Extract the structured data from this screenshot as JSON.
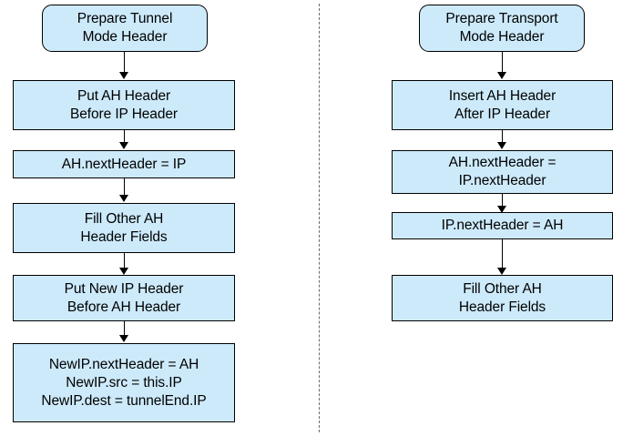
{
  "diagram": {
    "type": "flowchart",
    "background_color": "#ffffff",
    "node_fill_color": "#cdeafb",
    "node_border_color": "#000000",
    "connector_color": "#000000",
    "divider_color": "#6b6b6b",
    "divider_style": "dashed-vertical",
    "columns": [
      {
        "id": "tunnel-mode",
        "nodes": [
          {
            "id": "tunnel-start",
            "shape": "rounded-rectangle",
            "lines": [
              "Prepare Tunnel",
              "Mode Header"
            ]
          },
          {
            "id": "tunnel-step-1",
            "shape": "rectangle",
            "lines": [
              "Put AH Header",
              "Before IP Header"
            ]
          },
          {
            "id": "tunnel-step-2",
            "shape": "rectangle",
            "lines": [
              "AH.nextHeader = IP"
            ]
          },
          {
            "id": "tunnel-step-3",
            "shape": "rectangle",
            "lines": [
              "Fill Other AH",
              "Header Fields"
            ]
          },
          {
            "id": "tunnel-step-4",
            "shape": "rectangle",
            "lines": [
              "Put New IP Header",
              "Before AH Header"
            ]
          },
          {
            "id": "tunnel-step-5",
            "shape": "rectangle",
            "lines": [
              "NewIP.nextHeader = AH",
              "NewIP.src = this.IP",
              "NewIP.dest = tunnelEnd.IP"
            ]
          }
        ]
      },
      {
        "id": "transport-mode",
        "nodes": [
          {
            "id": "transport-start",
            "shape": "rounded-rectangle",
            "lines": [
              "Prepare Transport",
              "Mode Header"
            ]
          },
          {
            "id": "transport-step-1",
            "shape": "rectangle",
            "lines": [
              "Insert AH Header",
              "After IP Header"
            ]
          },
          {
            "id": "transport-step-2",
            "shape": "rectangle",
            "lines": [
              "AH.nextHeader =",
              "IP.nextHeader"
            ]
          },
          {
            "id": "transport-step-3",
            "shape": "rectangle",
            "lines": [
              "IP.nextHeader = AH"
            ]
          },
          {
            "id": "transport-step-4",
            "shape": "rectangle",
            "lines": [
              "Fill Other AH",
              "Header Fields"
            ]
          }
        ]
      }
    ]
  },
  "left": {
    "n0_l0": "Prepare Tunnel",
    "n0_l1": "Mode Header",
    "n1_l0": "Put AH Header",
    "n1_l1": "Before IP Header",
    "n2_l0": "AH.nextHeader = IP",
    "n3_l0": "Fill Other AH",
    "n3_l1": "Header Fields",
    "n4_l0": "Put New IP Header",
    "n4_l1": "Before AH Header",
    "n5_l0": "NewIP.nextHeader = AH",
    "n5_l1": "NewIP.src = this.IP",
    "n5_l2": "NewIP.dest = tunnelEnd.IP"
  },
  "right": {
    "n0_l0": "Prepare Transport",
    "n0_l1": "Mode Header",
    "n1_l0": "Insert AH Header",
    "n1_l1": "After IP Header",
    "n2_l0": "AH.nextHeader =",
    "n2_l1": "IP.nextHeader",
    "n3_l0": "IP.nextHeader = AH",
    "n4_l0": "Fill Other AH",
    "n4_l1": "Header Fields"
  }
}
